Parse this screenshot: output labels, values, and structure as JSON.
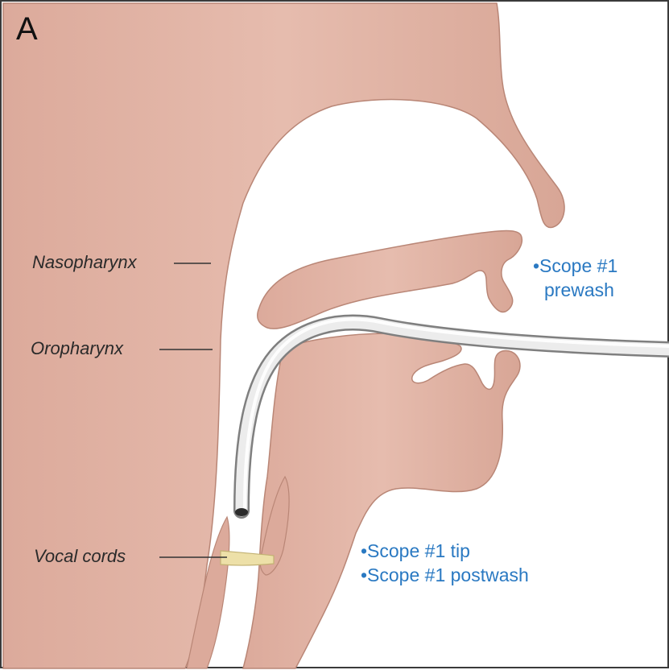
{
  "panel_letter": "A",
  "labels": {
    "nasopharynx": "Nasopharynx",
    "oropharynx": "Oropharynx",
    "vocal_cords": "Vocal cords"
  },
  "notes": {
    "prewash": [
      "•Scope #1",
      "prewash"
    ],
    "tip_postwash": [
      "•Scope #1 tip",
      "•Scope #1 postwash"
    ]
  },
  "colors": {
    "tissue": "#e2b4a6",
    "tissue_shade": "#c99485",
    "scope": "#e8e8e8",
    "note_text": "#2a79c2",
    "vocal_cords": "#ede0a8"
  }
}
